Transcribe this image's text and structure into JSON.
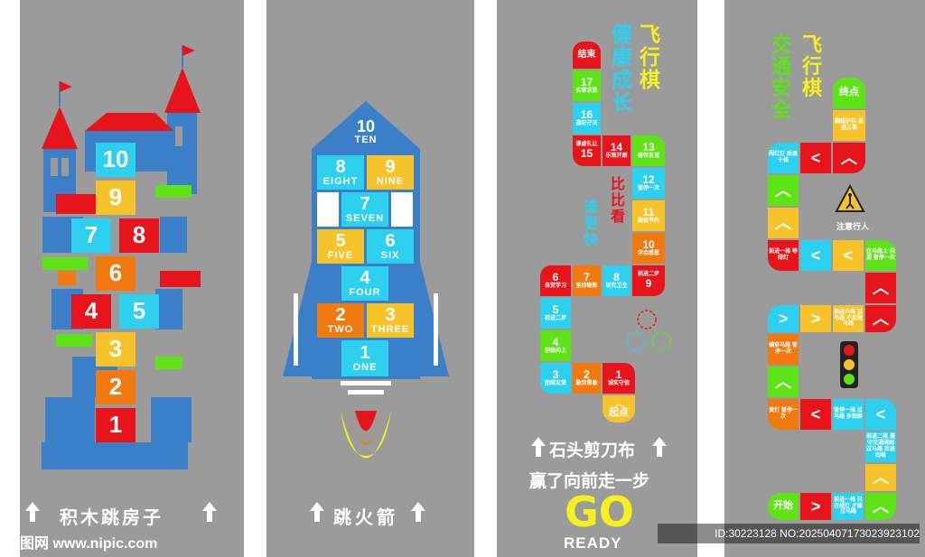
{
  "panel1": {
    "numbers": [
      "10",
      "9",
      "7",
      "8",
      "6",
      "4",
      "5",
      "3",
      "2",
      "1"
    ],
    "caption": "积木跳房子"
  },
  "panel2": {
    "top": {
      "num": "10",
      "word": "TEN"
    },
    "row8": {
      "num": "8",
      "word": "EIGHT"
    },
    "row9": {
      "num": "9",
      "word": "NINE"
    },
    "row7": {
      "num": "7",
      "word": "SEVEN"
    },
    "row5": {
      "num": "5",
      "word": "FIVE"
    },
    "row6": {
      "num": "6",
      "word": "SIX"
    },
    "row4": {
      "num": "4",
      "word": "FOUR"
    },
    "row2": {
      "num": "2",
      "word": "TWO"
    },
    "row3": {
      "num": "3",
      "word": "THREE"
    },
    "row1": {
      "num": "1",
      "word": "ONE"
    },
    "caption": "跳火箭"
  },
  "panel3": {
    "title1": "飞行棋",
    "title2": "健康成长",
    "sub1": "比比看",
    "sub2": "谁更快",
    "end": "结束",
    "start": "起点",
    "cells": {
      "c17": {
        "n": "17",
        "t": "实事求是"
      },
      "c16": {
        "n": "16",
        "t": "遵纪守法"
      },
      "c15": {
        "n": "15",
        "t": "谦虚礼让"
      },
      "c14": {
        "n": "14",
        "t": "乐观开朗"
      },
      "c13": {
        "n": "13",
        "t": "善待友谊"
      },
      "c12": {
        "n": "12",
        "t": "暂停一次"
      },
      "c11": {
        "n": "11",
        "t": "勤俭节约"
      },
      "c10": {
        "n": "10",
        "t": "学会感恩"
      },
      "c9": {
        "n": "9",
        "t": "前进二步"
      },
      "c8": {
        "n": "8",
        "t": "讲究卫生"
      },
      "c7": {
        "n": "7",
        "t": "坚持锻炼"
      },
      "c6": {
        "n": "6",
        "t": "自觉学习"
      },
      "c5": {
        "n": "5",
        "t": "前进二步"
      },
      "c4": {
        "n": "4",
        "t": "积极向上"
      },
      "c3": {
        "n": "3",
        "t": "团结友爱"
      },
      "c2": {
        "n": "2",
        "t": "勤劳勇敢"
      },
      "c1": {
        "n": "1",
        "t": "诚实守信"
      }
    },
    "game1": "石头剪刀布",
    "game2": "赢了向前走一步",
    "go": "GO",
    "ready": "READY"
  },
  "panel4": {
    "title1": "飞行棋",
    "title2": "交通安全",
    "end": "终点",
    "start": "开始",
    "sign": "注意行人",
    "t1": "翻越护栏 后退三格",
    "t2": "闯红灯 后退十格",
    "t3": "前进一格 等绿灯",
    "t4": "在马路上 玩耍 暂停一次",
    "t5": "前进六格 过马路 不走斑马线",
    "t6": "横穿马路 暂停一次",
    "t7": "黄灯 暂停一次",
    "t8": "暂停一格 过马路 多观察",
    "t9": "前进二格 遵守交通规则 过马路 后退四格",
    "t10": "前进一格 只在绿灯 才能过马路"
  },
  "watermark": {
    "left": "昵图网 www.nipic.com",
    "right": "ID:30223128 NO:20250407173023923102"
  },
  "colors": {
    "red": "#e8141b",
    "orange": "#f07a10",
    "yellow": "#f6c32a",
    "green": "#5de316",
    "cyan": "#2ed0ef",
    "blue": "#3a7fc8",
    "panel": "#9b9b9b"
  }
}
